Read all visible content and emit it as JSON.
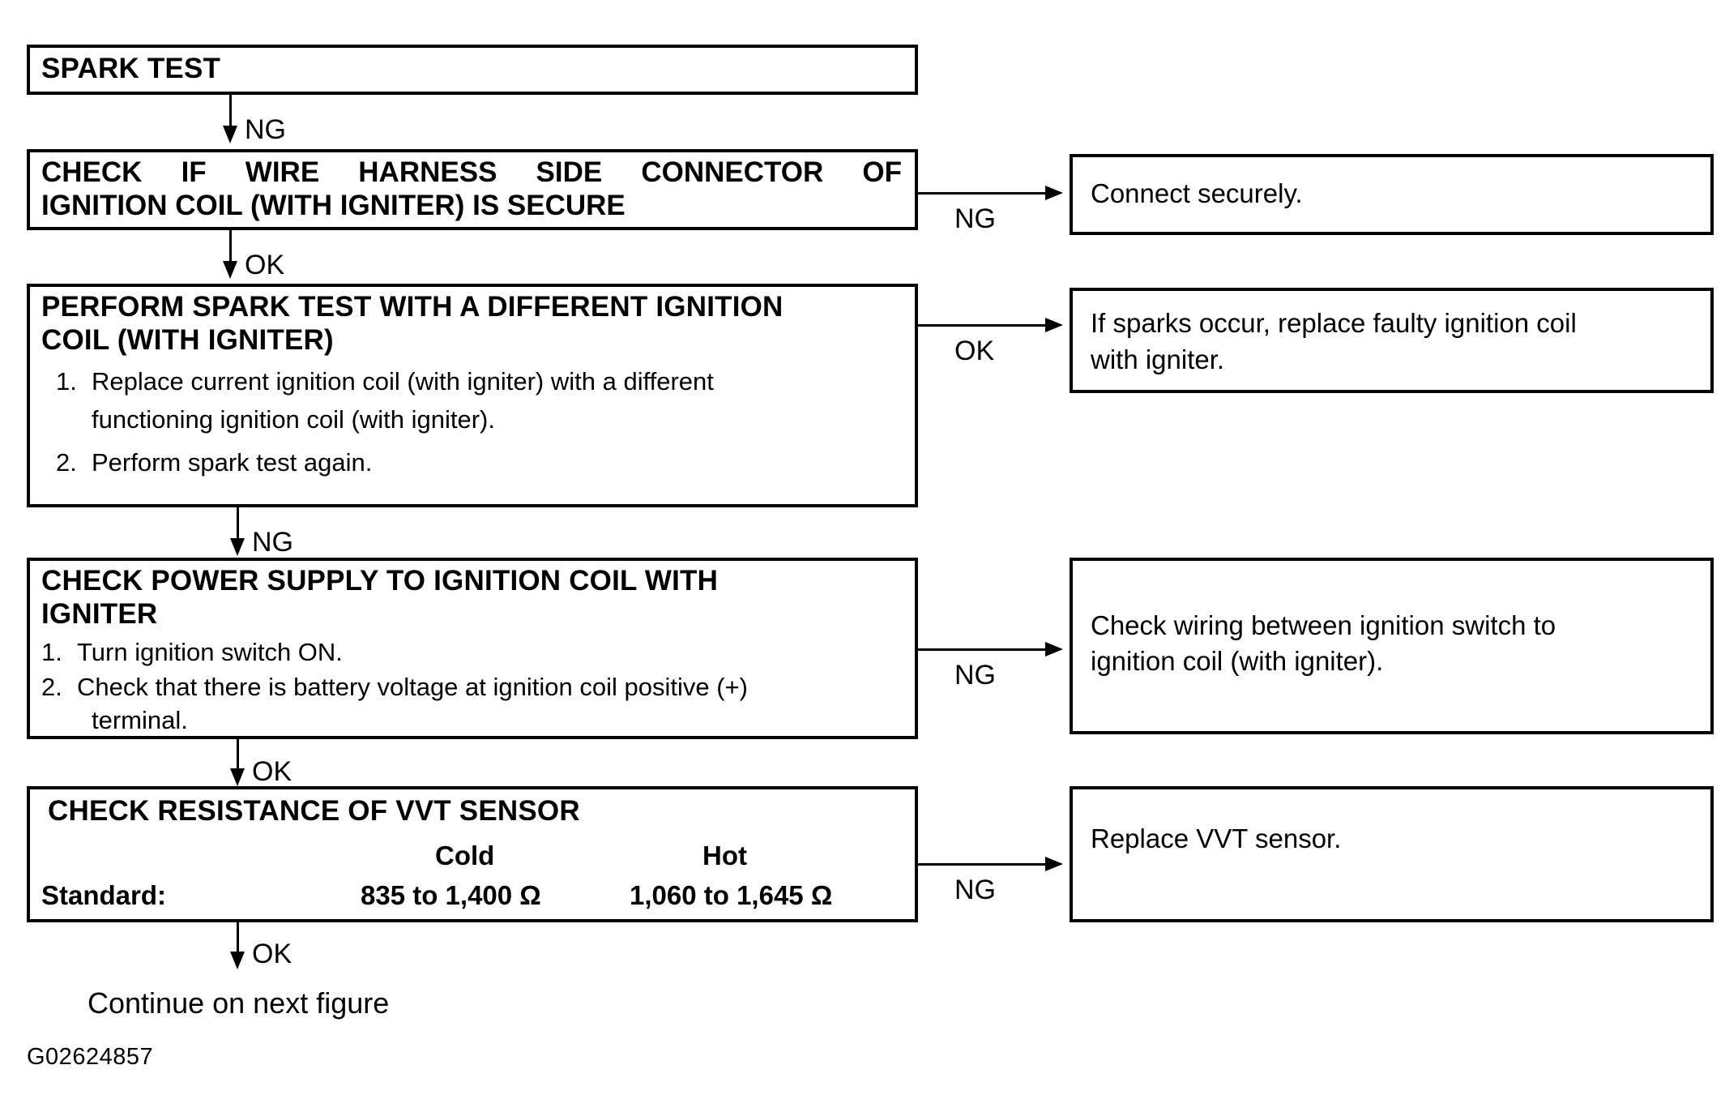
{
  "figure": {
    "id": "G02624857",
    "continue_note": "Continue on next figure"
  },
  "flow": {
    "steps": [
      {
        "id": "spark-test",
        "title": "SPARK TEST",
        "items": [],
        "exit_label": "NG"
      },
      {
        "id": "check-connector",
        "title_line1": "CHECK IF WIRE HARNESS SIDE CONNECTOR OF",
        "title_line2": "IGNITION COIL (WITH IGNITER) IS SECURE",
        "items": [],
        "exit_label": "OK",
        "branch_label": "NG"
      },
      {
        "id": "perform-spark-test",
        "title": "PERFORM SPARK TEST WITH A DIFFERENT IGNITION\nCOIL (WITH IGNITER)",
        "items": [
          {
            "num": "1.",
            "text": "Replace current ignition coil (with igniter) with a different"
          },
          {
            "num": "",
            "text": "functioning ignition coil (with igniter)."
          },
          {
            "num": "2.",
            "text": "Perform spark test again."
          }
        ],
        "exit_label": "NG",
        "branch_label": "OK"
      },
      {
        "id": "check-power-supply",
        "title": "CHECK POWER SUPPLY TO IGNITION COIL WITH\nIGNITER",
        "items": [
          {
            "num": "1.",
            "text": "Turn ignition switch ON."
          },
          {
            "num": "2.",
            "text": "Check that there is battery voltage at ignition coil positive (+)"
          },
          {
            "num": "",
            "text": "terminal."
          }
        ],
        "exit_label": "OK",
        "branch_label": "NG"
      },
      {
        "id": "check-resistance",
        "title": "CHECK RESISTANCE OF VVT SENSOR",
        "exit_label": "OK",
        "branch_label": "NG",
        "spec": {
          "label": "Standard:",
          "columns": [
            "Cold",
            "Hot"
          ],
          "values": [
            "835 to 1,400 Ω",
            "1,060 to 1,645 Ω"
          ]
        }
      }
    ],
    "actions": [
      {
        "id": "connect-securely",
        "text": "Connect securely."
      },
      {
        "id": "replace-coil",
        "text": "If sparks occur, replace faulty ignition coil\nwith igniter."
      },
      {
        "id": "check-wiring",
        "text": "Check wiring between ignition switch to\nignition coil (with igniter)."
      },
      {
        "id": "replace-vvt",
        "text": "Replace VVT sensor."
      }
    ]
  }
}
